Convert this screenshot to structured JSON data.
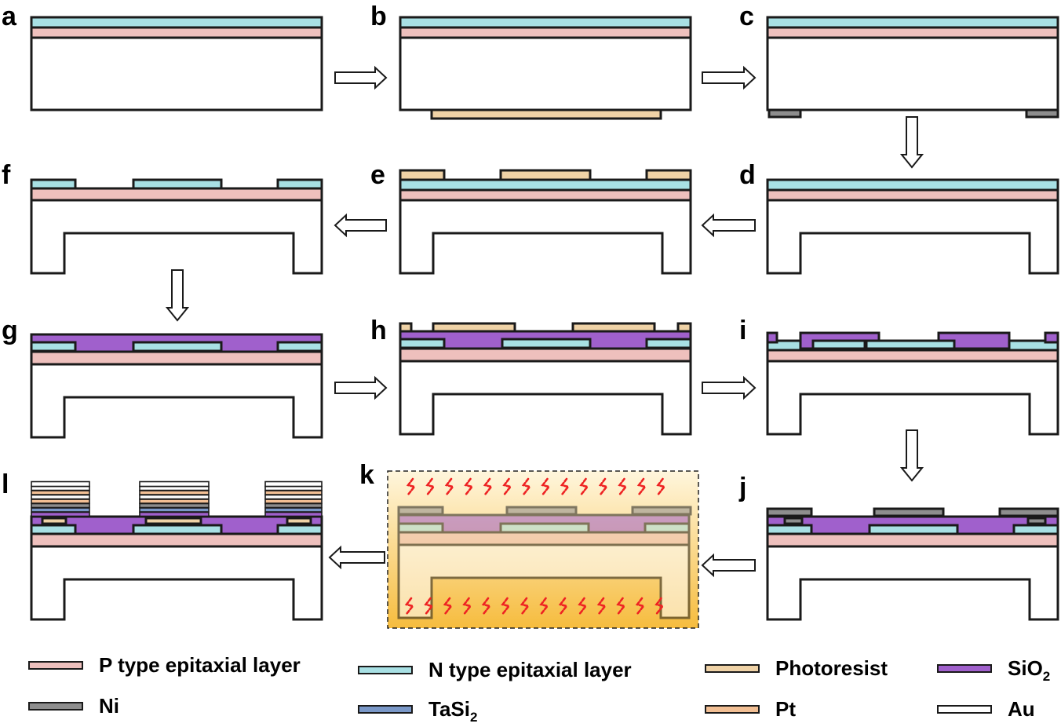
{
  "panels": {
    "a": {
      "label": "a"
    },
    "b": {
      "label": "b"
    },
    "c": {
      "label": "c"
    },
    "d": {
      "label": "d"
    },
    "e": {
      "label": "e"
    },
    "f": {
      "label": "f"
    },
    "g": {
      "label": "g"
    },
    "h": {
      "label": "h"
    },
    "i": {
      "label": "i"
    },
    "j": {
      "label": "j"
    },
    "k": {
      "label": "k"
    },
    "l": {
      "label": "l"
    }
  },
  "legend": {
    "p_type": {
      "label": "P type epitaxial layer",
      "color": "#eec0bd"
    },
    "n_type": {
      "label": "N type epitaxial layer",
      "color": "#a8e0e4"
    },
    "photoresist": {
      "label": "Photoresist",
      "color": "#efd2a6"
    },
    "sio2": {
      "label": "SiO",
      "sub": "2",
      "color": "#a060cc"
    },
    "ni": {
      "label": "Ni",
      "color": "#8e8e8e"
    },
    "tasi2": {
      "label": "TaSi",
      "sub": "2",
      "color": "#7a98c8"
    },
    "pt": {
      "label": "Pt",
      "color": "#f2bf94"
    },
    "au": {
      "label": "Au",
      "color": "#ffffff"
    }
  },
  "colors": {
    "outline": "#1a1a1a",
    "heat": "#ee2222",
    "anneal_top": "#fff6dd",
    "anneal_bottom": "#f6bc3e"
  }
}
